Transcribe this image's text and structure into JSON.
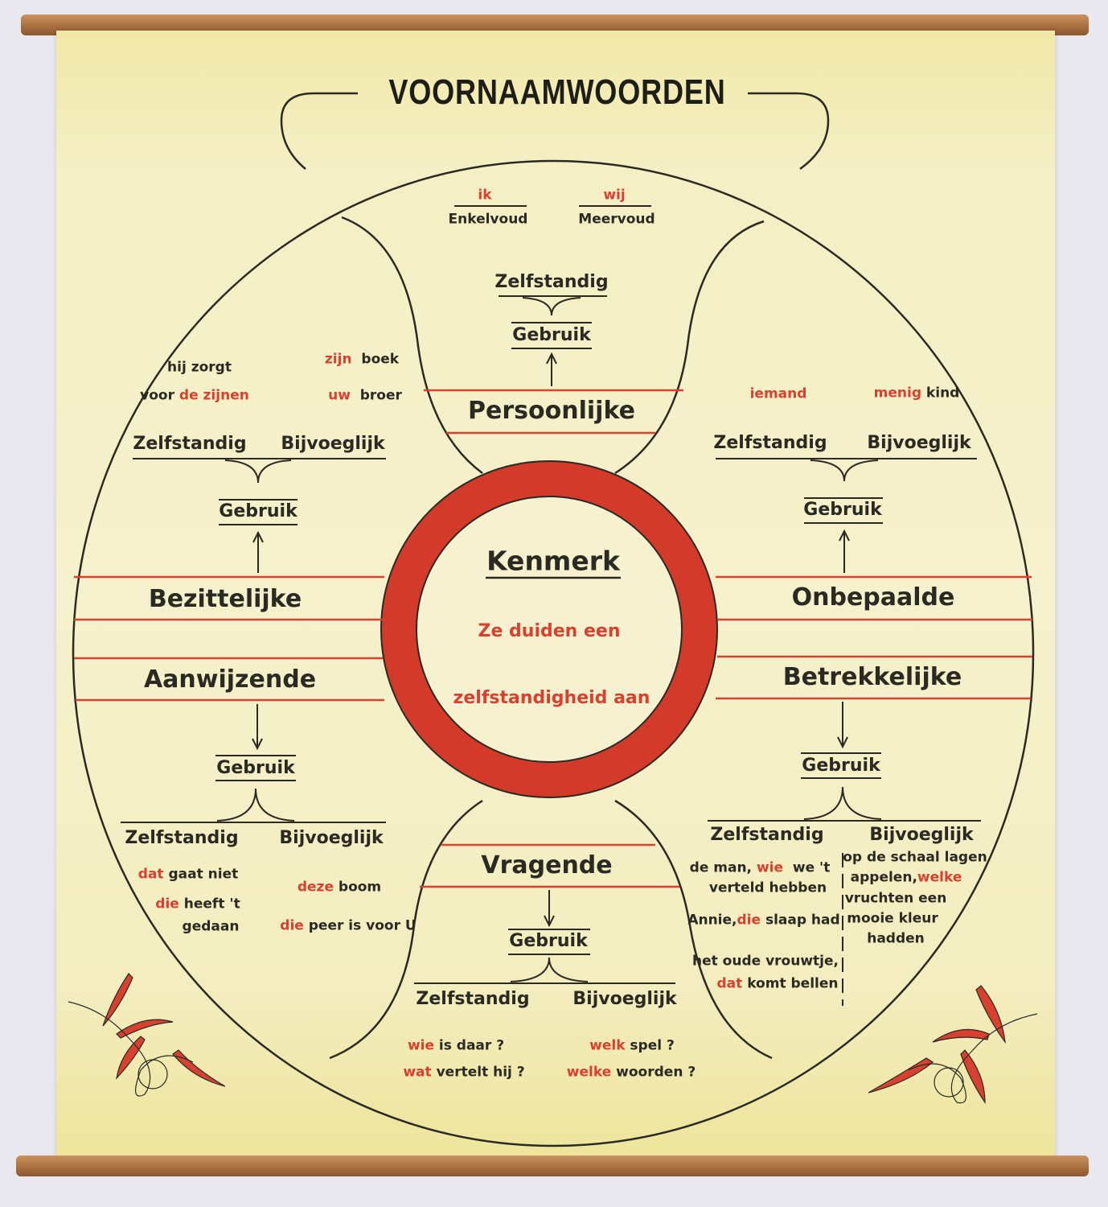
{
  "title": "VOORNAAMWOORDEN",
  "colors": {
    "accent_red": "#d8402f",
    "ink": "#2a2a22",
    "paper": "#f4efc4",
    "wood": "#a86d3e"
  },
  "center": {
    "heading": "Kenmerk",
    "line1": "Ze duiden een",
    "line2": "zelfstandigheid aan"
  },
  "persoonlijke": {
    "label": "Persoonlijke",
    "ik": "ik",
    "enkelvoud": "Enkelvoud",
    "wij": "wij",
    "meervoud": "Meervoud",
    "zelfstandig": "Zelfstandig",
    "gebruik": "Gebruik"
  },
  "bezittelijke": {
    "label": "Bezittelijke",
    "zelfstandig": "Zelfstandig",
    "bijvoeglijk": "Bijvoeglijk",
    "gebruik": "Gebruik",
    "ex1a": "hij zorgt",
    "ex1b": "voor",
    "ex1c": "de zijnen",
    "ex2a": "zijn",
    "ex2b": "boek",
    "ex3a": "uw",
    "ex3b": "broer"
  },
  "onbepaalde": {
    "label": "Onbepaalde",
    "zelfstandig": "Zelfstandig",
    "bijvoeglijk": "Bijvoeglijk",
    "gebruik": "Gebruik",
    "ex1": "iemand",
    "ex2a": "menig",
    "ex2b": "kind"
  },
  "aanwijzende": {
    "label": "Aanwijzende",
    "gebruik": "Gebruik",
    "zelfstandig": "Zelfstandig",
    "bijvoeglijk": "Bijvoeglijk",
    "ex1a": "dat",
    "ex1b": "gaat niet",
    "ex2a": "die",
    "ex2b": "heeft 't",
    "ex2c": "gedaan",
    "ex3a": "deze",
    "ex3b": "boom",
    "ex4a": "die",
    "ex4b": "peer is voor U"
  },
  "betrekkelijke": {
    "label": "Betrekkelijke",
    "gebruik": "Gebruik",
    "zelfstandig": "Zelfstandig",
    "bijvoeglijk": "Bijvoeglijk",
    "z1a": "de man,",
    "z1b": "wie",
    "z1c": "we 't",
    "z1d": "verteld hebben",
    "z2a": "Annie,",
    "z2b": "die",
    "z2c": "slaap had",
    "z3a": "het oude vrouwtje,",
    "z3b": "dat",
    "z3c": "komt bellen",
    "b1": "op de schaal lagen",
    "b2a": "appelen,",
    "b2b": "welke",
    "b3": "vruchten een",
    "b4": "mooie kleur",
    "b5": "hadden"
  },
  "vragende": {
    "label": "Vragende",
    "gebruik": "Gebruik",
    "zelfstandig": "Zelfstandig",
    "bijvoeglijk": "Bijvoeglijk",
    "z1a": "wie",
    "z1b": "is daar ?",
    "z2a": "wat",
    "z2b": "vertelt hij ?",
    "b1a": "welk",
    "b1b": "spel ?",
    "b2a": "welke",
    "b2b": "woorden ?"
  }
}
